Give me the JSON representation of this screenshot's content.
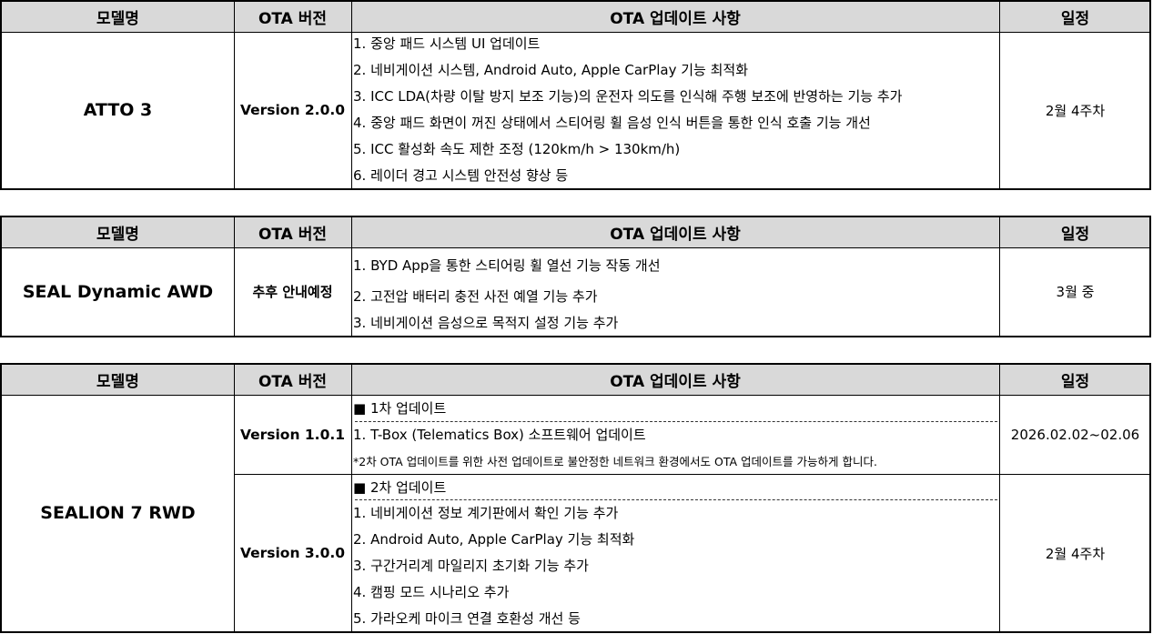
{
  "headers": {
    "model": "모델명",
    "version": "OTA 버전",
    "updates": "OTA 업데이트 사항",
    "schedule": "일정"
  },
  "tables": [
    {
      "model": "ATTO 3",
      "version": "Version 2.0.0",
      "schedule": "2월 4주차",
      "items": [
        "1. 중앙 패드 시스템 UI 업데이트",
        "2. 네비게이션 시스템, Android Auto, Apple CarPlay 기능 최적화",
        "3. ICC LDA(차량 이탈 방지 보조 기능)의 운전자 의도를 인식해 주행 보조에 반영하는 기능 추가",
        "4.  중앙 패드 화면이 꺼진 상태에서 스티어링 휠 음성 인식 버튼을 통한 인식 호출 기능 개선",
        "5. ICC 활성화 속도 제한 조정 (120km/h > 130km/h)",
        "6. 레이더 경고 시스템 안전성 향상  등"
      ]
    },
    {
      "model": "SEAL Dynamic AWD",
      "version": "추후 안내예정",
      "schedule": "3월 중",
      "items": [
        "1. BYD App을 통한 스티어링 휠 열선 기능 작동 개선",
        "2. 고전압 배터리 충전 사전 예열 기능 추가",
        "3. 네비게이션 음성으로 목적지 설정 기능 추가"
      ]
    },
    {
      "model": "SEALION 7 RWD",
      "phases": [
        {
          "version": "Version 1.0.1",
          "schedule": "2026.02.02~02.06",
          "title": "■ 1차 업데이트",
          "items": [
            "1. T-Box (Telematics Box) 소프트웨어 업데이트"
          ],
          "note": "*2차 OTA 업데이트를 위한 사전 업데이트로 불안정한 네트워크 환경에서도 OTA 업데이트를 가능하게 합니다."
        },
        {
          "version": "Version 3.0.0",
          "schedule": "2월 4주차",
          "title": "■ 2차 업데이트",
          "items": [
            "1. 네비게이션 정보 계기판에서 확인 기능 추가",
            "2. Android Auto, Apple CarPlay 기능 최적화",
            "3. 구간거리계 마일리지 초기화 기능 추가",
            "4. 캠핑 모드 시나리오 추가",
            "5. 가라오케 마이크 연결 호환성 개선 등"
          ]
        }
      ]
    }
  ]
}
